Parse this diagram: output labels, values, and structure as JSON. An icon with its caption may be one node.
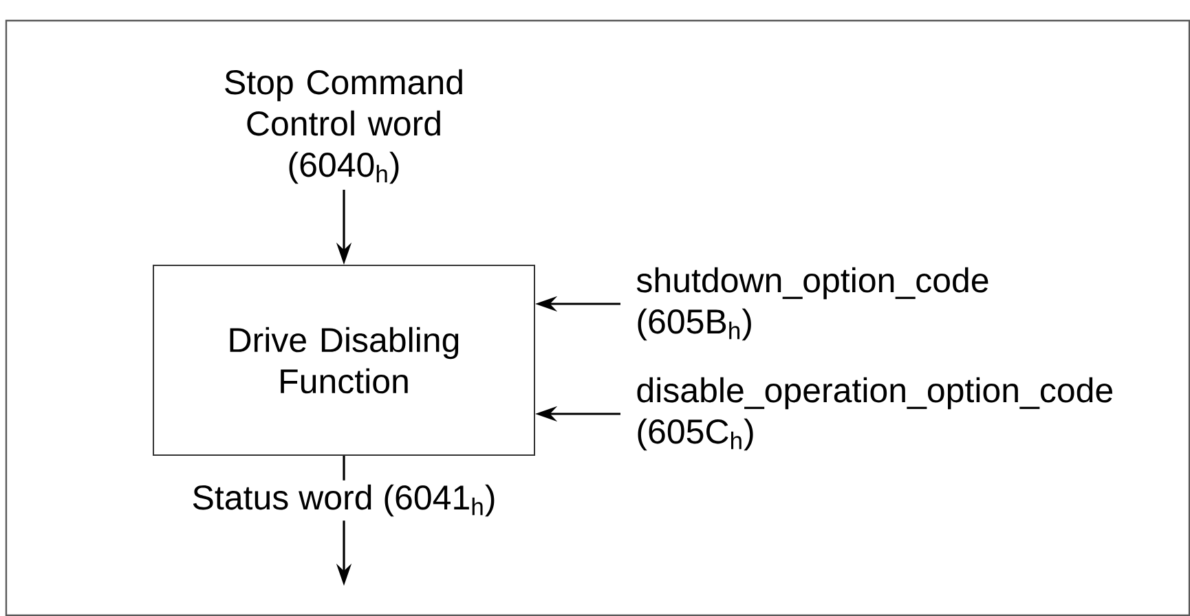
{
  "diagram": {
    "nodes": [
      {
        "text": [
          "Stop Command Control word (6040$_{h}$)"
        ]
      },
      {
        "text": [
          "Drive Disabling Function"
        ]
      },
      {
        "text": [
          "shutdown_option_code (605B$_{h}$)"
        ]
      },
      {
        "text": [
          "disable_operation_option_code (605C$_{h}$)"
        ]
      }
    ],
    "edges": [
      {
        "from": 0,
        "to": 1,
        "arrow": "to"
      },
      {
        "from": 2,
        "to": 1,
        "arrow": "to"
      },
      {
        "from": 3,
        "to": 1,
        "arrow": "to"
      },
      {
        "from": 1,
        "to": null,
        "arrow": "to",
        "label": "Status word (6041$_{h}$)"
      }
    ]
  }
}
